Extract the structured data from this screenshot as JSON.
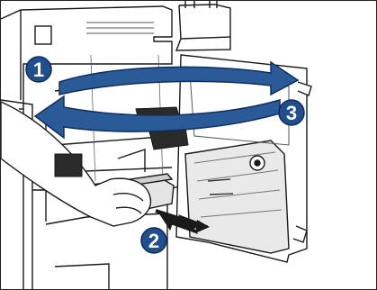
{
  "image": {
    "steps": [
      {
        "label": "1"
      },
      {
        "label": "2"
      },
      {
        "label": "3"
      }
    ],
    "colors": {
      "badge": "#1f4f8f",
      "arrow_fill": "#2b5a99",
      "line": "#1a1a1a",
      "shadow": "#8a8a8a",
      "light_fill": "#f4f4f4",
      "arm_fill": "#ffffff"
    }
  }
}
